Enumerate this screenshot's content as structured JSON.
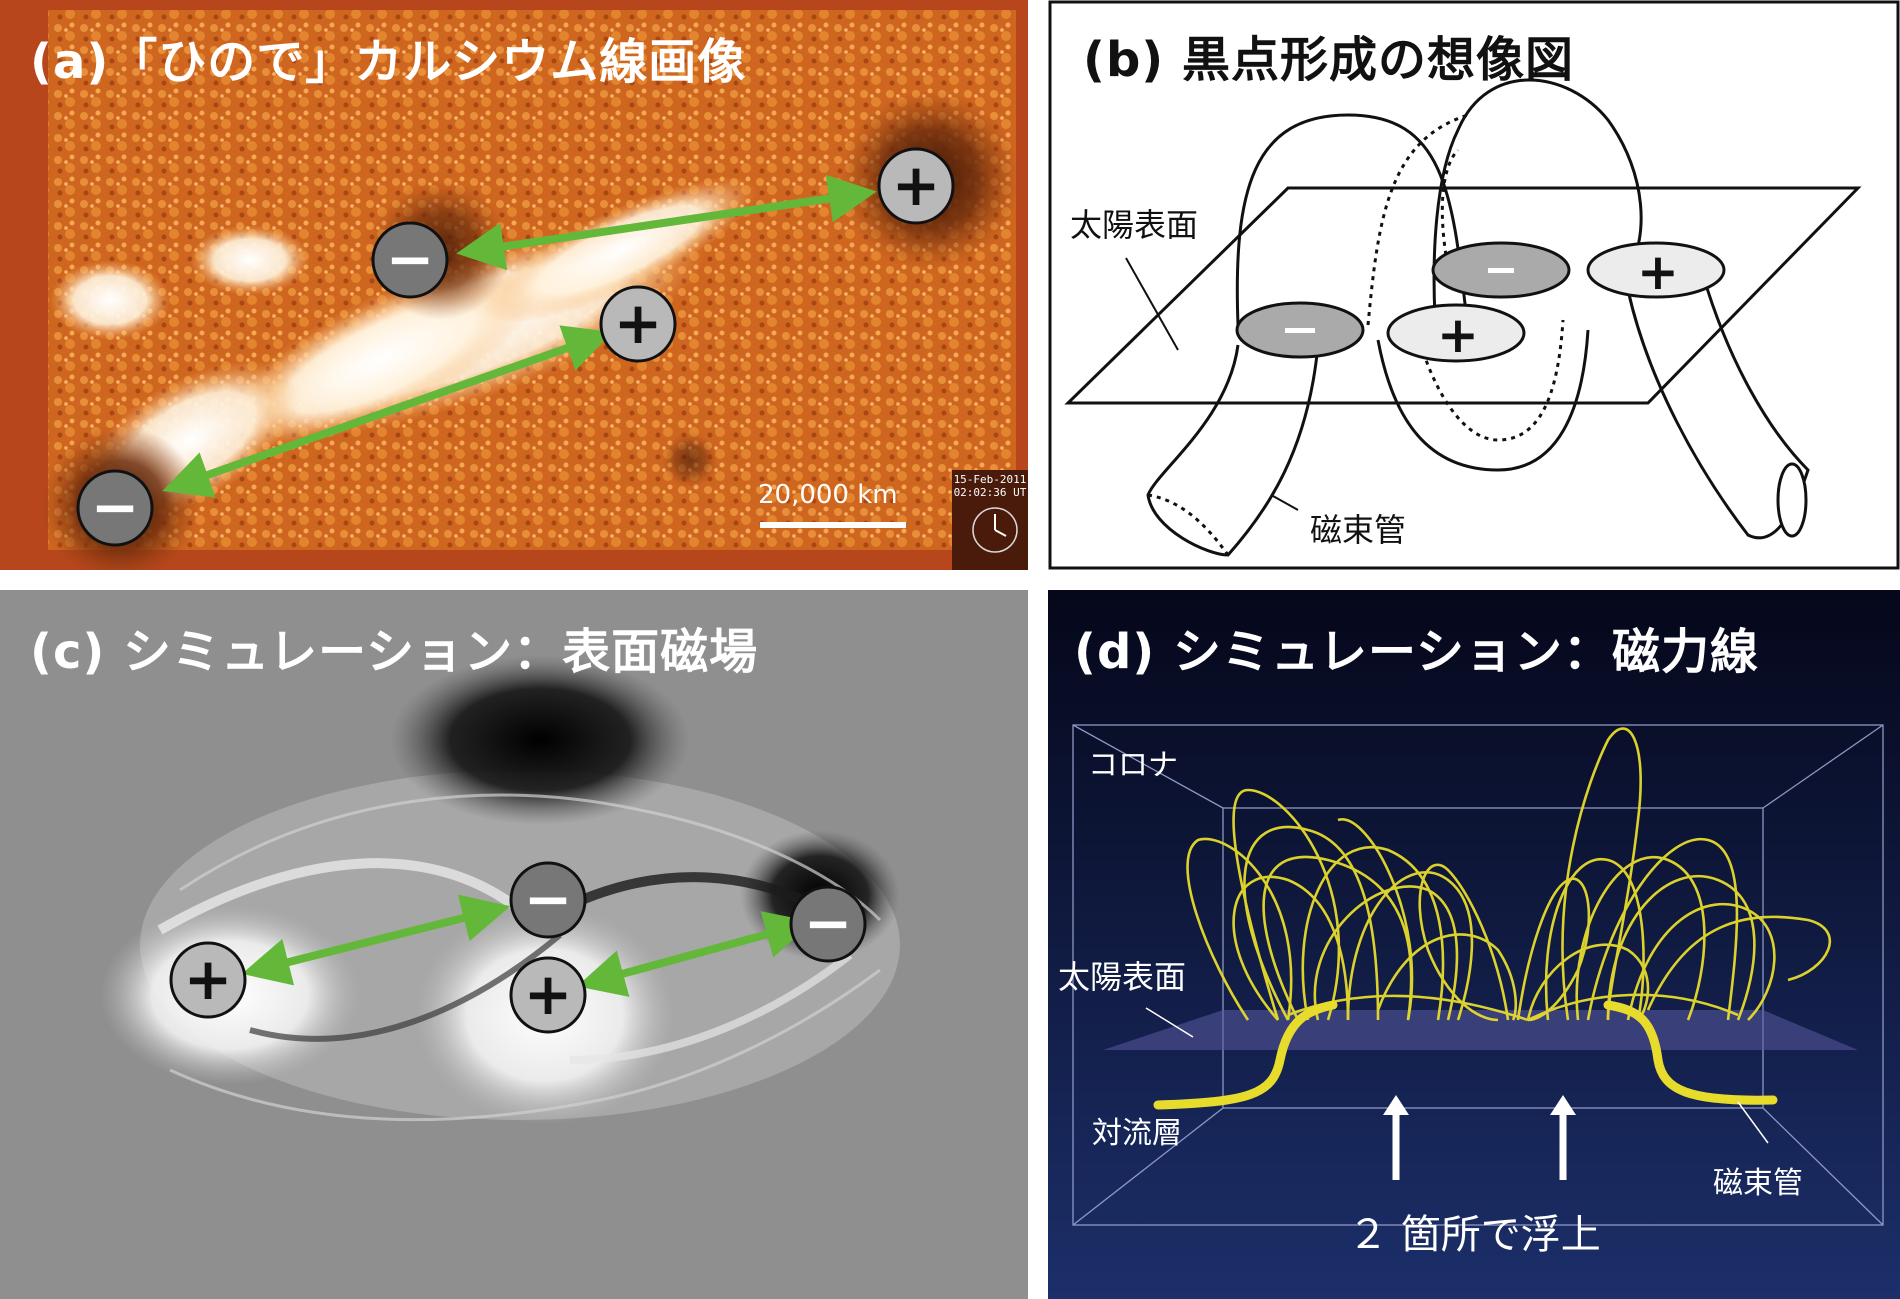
{
  "panels": {
    "a": {
      "title": "(a)「ひので」カルシウム線画像",
      "scale_label": "20,000 km",
      "stamp_date": "15-Feb-2011",
      "stamp_time": "02:02:36 UT",
      "polarity_plus": "+",
      "polarity_minus": "−"
    },
    "b": {
      "title": "(b) 黒点形成の想像図",
      "label_surface": "太陽表面",
      "label_tube": "磁束管",
      "polarity_plus": "+",
      "polarity_minus": "−"
    },
    "c": {
      "title": "(c) シミュレーション：表面磁場",
      "polarity_plus": "+",
      "polarity_minus": "−"
    },
    "d": {
      "title": "(d) シミュレーション：磁力線",
      "label_corona": "コロナ",
      "label_surface": "太陽表面",
      "label_convection": "対流層",
      "label_tube": "磁束管",
      "label_rise": "２ 箇所で浮上"
    }
  },
  "colors": {
    "arrow_green": "#63b83a",
    "polarity_fill": "#b9b9b9",
    "field_line_yellow": "#e7dc2c",
    "ca_orange": "#c8561b"
  }
}
